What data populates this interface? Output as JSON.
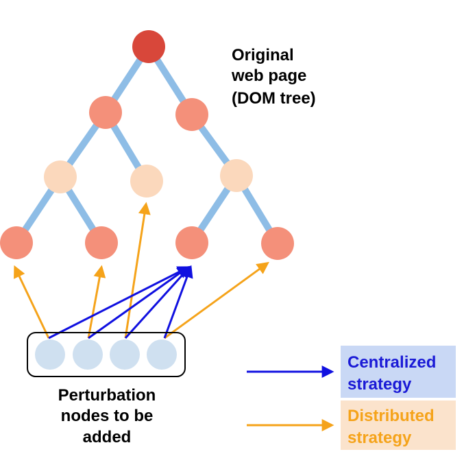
{
  "tree_label": {
    "lines": [
      "Original",
      "web page",
      "(DOM tree)"
    ]
  },
  "perturbation_label": {
    "lines": [
      "Perturbation",
      "nodes to be",
      "added"
    ]
  },
  "legend": {
    "centralized": {
      "lines": [
        "Centralized",
        "strategy"
      ],
      "arrow_color": "#1010e0",
      "text_color": "#1a1ad6",
      "box_color": "#c9d8f5"
    },
    "distributed": {
      "lines": [
        "Distributed",
        "strategy"
      ],
      "arrow_color": "#f5a31a",
      "text_color": "#f5a31a",
      "box_color": "#fbe3cc"
    }
  },
  "colors": {
    "edge": "#8ebde6",
    "root_node": "#d8473a",
    "level1_node": "#f4907a",
    "level2_node": "#fbd8bc",
    "leaf_node": "#f4907a",
    "perturbation_node": "#cfe0f0",
    "label_text": "#000000"
  }
}
